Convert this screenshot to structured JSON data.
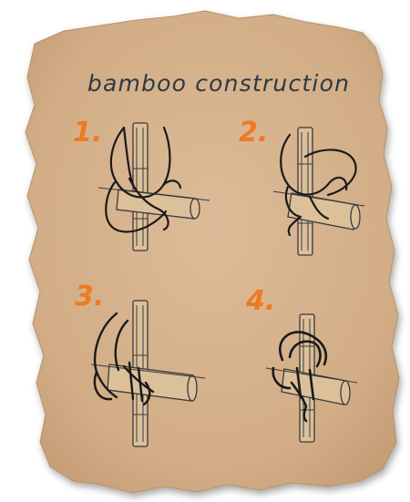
{
  "title": "bamboo construction",
  "steps": [
    {
      "number": "1."
    },
    {
      "number": "2."
    },
    {
      "number": "3."
    },
    {
      "number": "4."
    }
  ],
  "colors": {
    "paper": "#d7b48f",
    "paper_edge": "#c9a37c",
    "number_accent": "#ee7a22",
    "ink": "#1a1a1a",
    "title_ink": "#2a3a44"
  }
}
